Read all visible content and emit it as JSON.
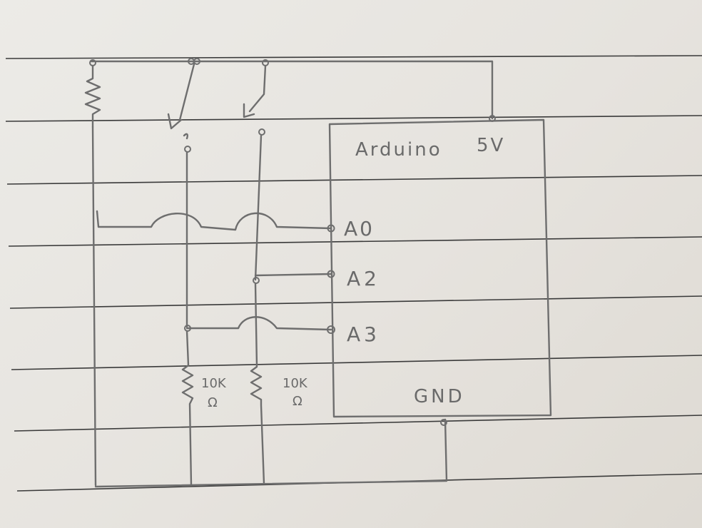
{
  "board": {
    "name": "Arduino",
    "power_pin": "5V",
    "pins": [
      "A0",
      "A2",
      "A3"
    ],
    "ground_pin": "GND"
  },
  "resistors": [
    {
      "value": "10K",
      "unit": "Ω"
    },
    {
      "value": "10K",
      "unit": "Ω"
    }
  ]
}
